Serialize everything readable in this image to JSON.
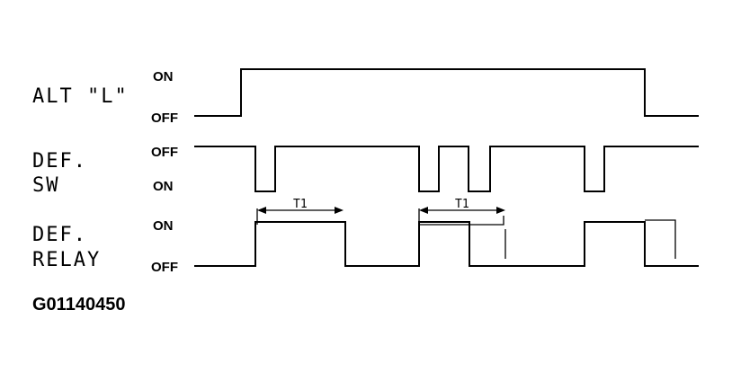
{
  "signals": [
    {
      "name_lines": [
        "ALT \"L\""
      ],
      "levels": {
        "high": "ON",
        "low": "OFF"
      }
    },
    {
      "name_lines": [
        "DEF.",
        "SW"
      ],
      "levels": {
        "high": "OFF",
        "low": "ON"
      }
    },
    {
      "name_lines": [
        "DEF.",
        "RELAY"
      ],
      "levels": {
        "high": "ON",
        "low": "OFF"
      }
    }
  ],
  "timer_label": "T1",
  "figure_id": "G01140450"
}
